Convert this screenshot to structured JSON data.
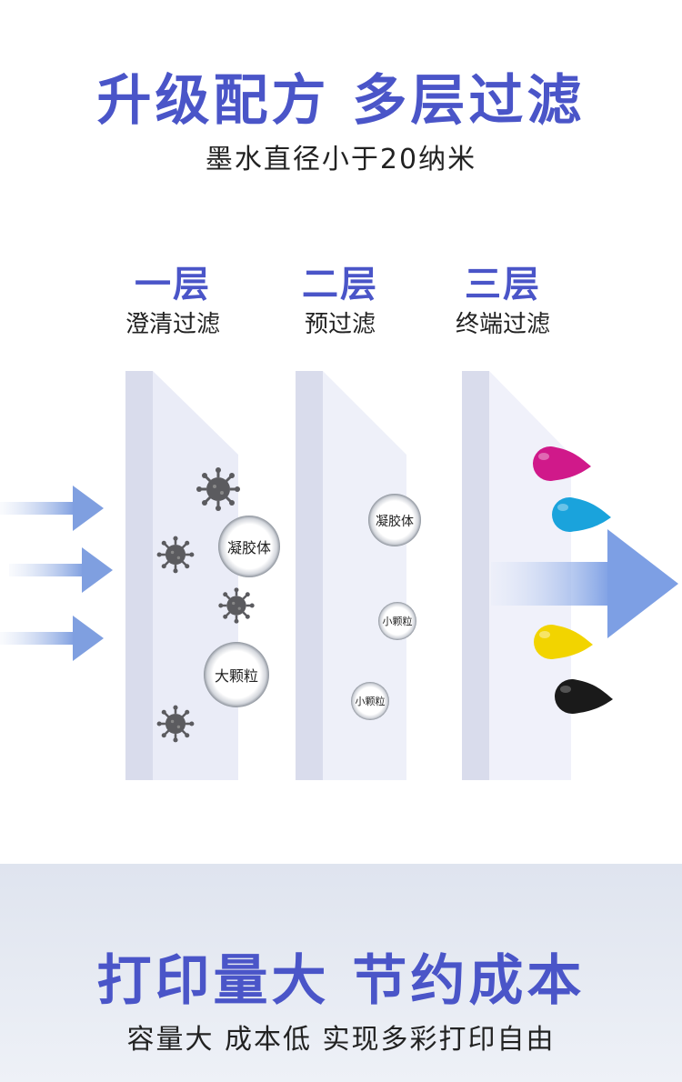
{
  "header": {
    "title": "升级配方  多层过滤",
    "subtitle": "墨水直径小于20纳米"
  },
  "layers": [
    {
      "title": "一层",
      "subtitle": "澄清过滤"
    },
    {
      "title": "二层",
      "subtitle": "预过滤"
    },
    {
      "title": "三层",
      "subtitle": "终端过滤"
    }
  ],
  "particles": {
    "colloid": "凝胶体",
    "large": "大颗粒",
    "small": "小颗粒"
  },
  "ink_colors": {
    "magenta": "#d0198a",
    "cyan": "#1aa3dc",
    "yellow": "#f2d400",
    "black": "#1a1a1a"
  },
  "accent_color": "#4a55c8",
  "footer": {
    "title": "打印量大  节约成本",
    "subtitle": "容量大 成本低 实现多彩打印自由"
  }
}
